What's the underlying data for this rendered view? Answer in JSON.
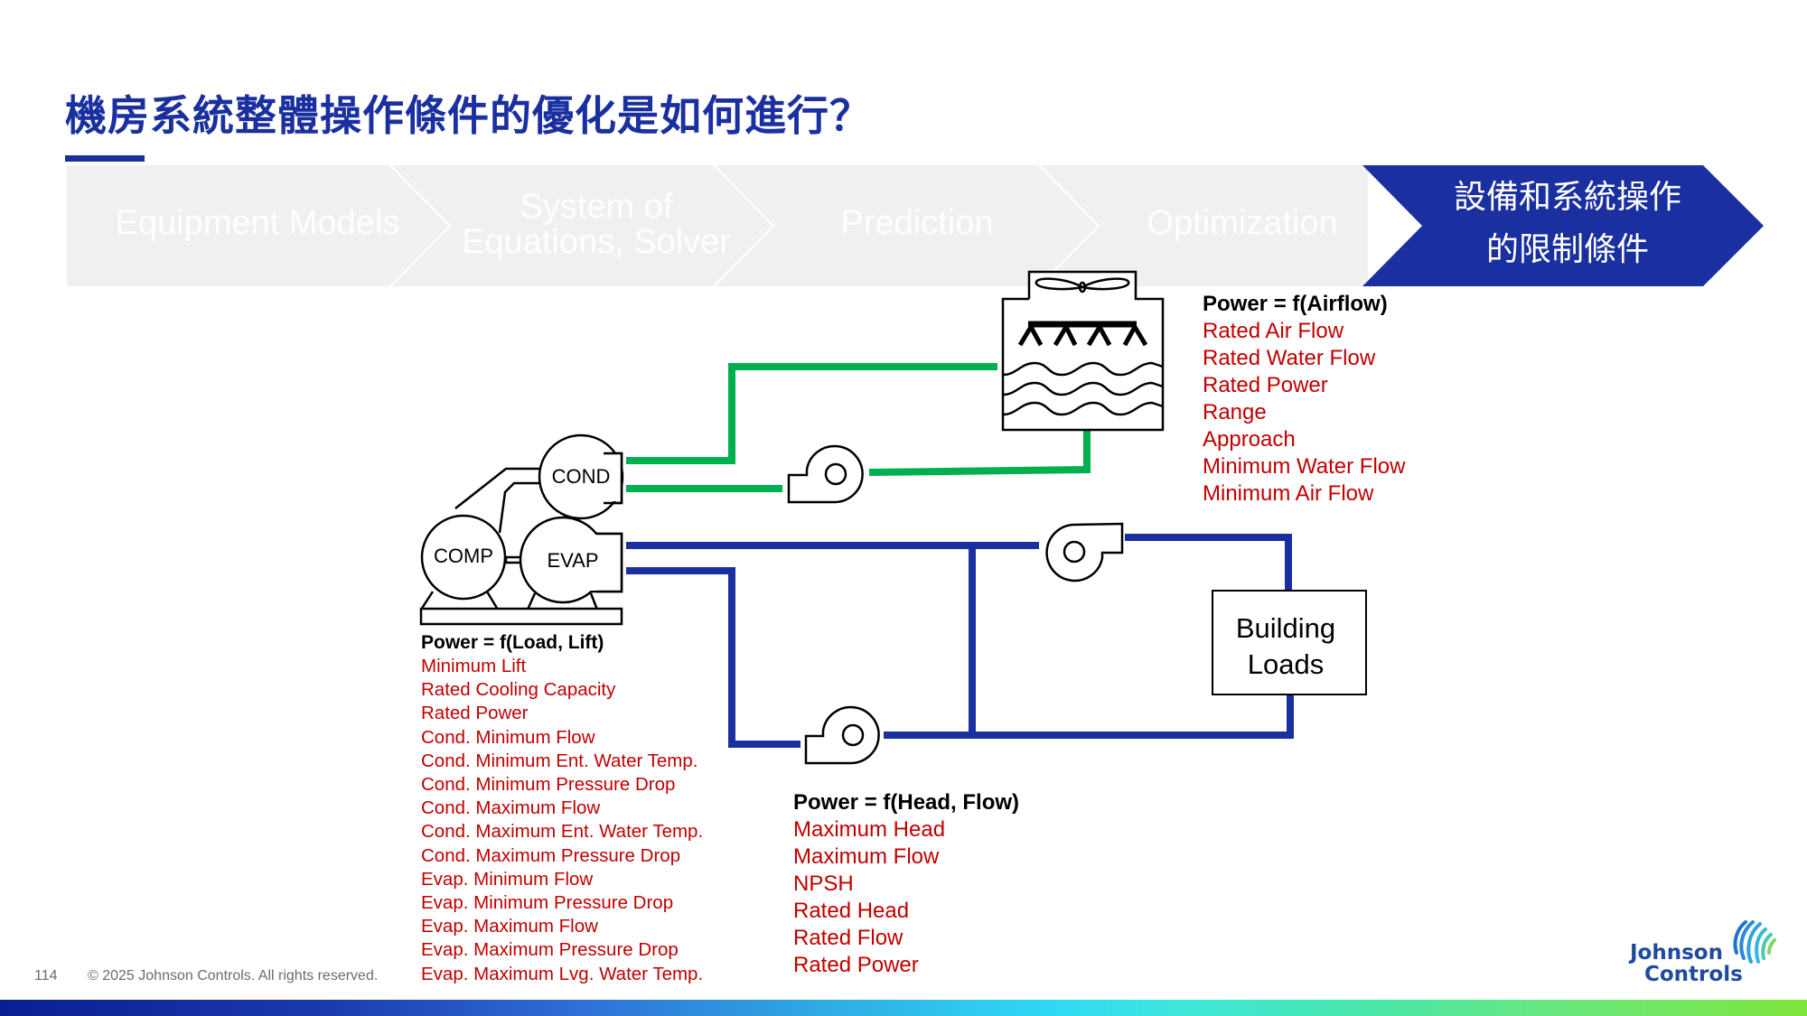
{
  "title": "機房系統整體操作條件的優化是如何進行？",
  "process_steps": [
    {
      "label": "Equipment Models",
      "active": false
    },
    {
      "label_lines": [
        "System of",
        "Equations, Solver"
      ],
      "active": false
    },
    {
      "label": "Prediction",
      "active": false
    },
    {
      "label": "Optimization",
      "active": false
    },
    {
      "label_lines": [
        "設備和系統操作",
        "的限制條件"
      ],
      "active": true
    }
  ],
  "colors": {
    "title_blue": "#1a2fa0",
    "active_step": "#1a2fa0",
    "inactive_step": "#f0f0f0",
    "condenser_water": "#00b050",
    "chilled_water": "#1a2fa0",
    "constraint_text": "#c00000"
  },
  "diagram": {
    "chiller": {
      "components": {
        "cond": "COND",
        "comp": "COMP",
        "evap": "EVAP"
      },
      "equation": "Power = f(Load, Lift)",
      "constraints": [
        "Minimum Lift",
        "Rated Cooling Capacity",
        "Rated Power",
        "Cond. Minimum Flow",
        "Cond. Minimum Ent. Water Temp.",
        "Cond. Minimum Pressure Drop",
        "Cond. Maximum Flow",
        "Cond. Maximum Ent. Water Temp.",
        "Cond. Maximum Pressure Drop",
        "Evap. Minimum Flow",
        "Evap. Minimum Pressure Drop",
        "Evap. Maximum Flow",
        "Evap. Maximum Pressure Drop",
        "Evap. Maximum Lvg. Water Temp."
      ]
    },
    "cooling_tower": {
      "equation": "Power = f(Airflow)",
      "constraints": [
        "Rated Air Flow",
        "Rated Water Flow",
        "Rated Power",
        "Range",
        "Approach",
        "Minimum Water Flow",
        "Minimum Air Flow"
      ]
    },
    "pump": {
      "equation": "Power = f(Head, Flow)",
      "constraints": [
        "Maximum Head",
        "Maximum Flow",
        "NPSH",
        "Rated Head",
        "Rated Flow",
        "Rated Power"
      ]
    },
    "building_loads": {
      "label_lines": [
        "Building",
        "Loads"
      ]
    }
  },
  "footer": {
    "page_number": "114",
    "copyright": "© 2025 Johnson Controls. All rights reserved.",
    "logo_lines": [
      "Johnson",
      "Controls"
    ]
  }
}
